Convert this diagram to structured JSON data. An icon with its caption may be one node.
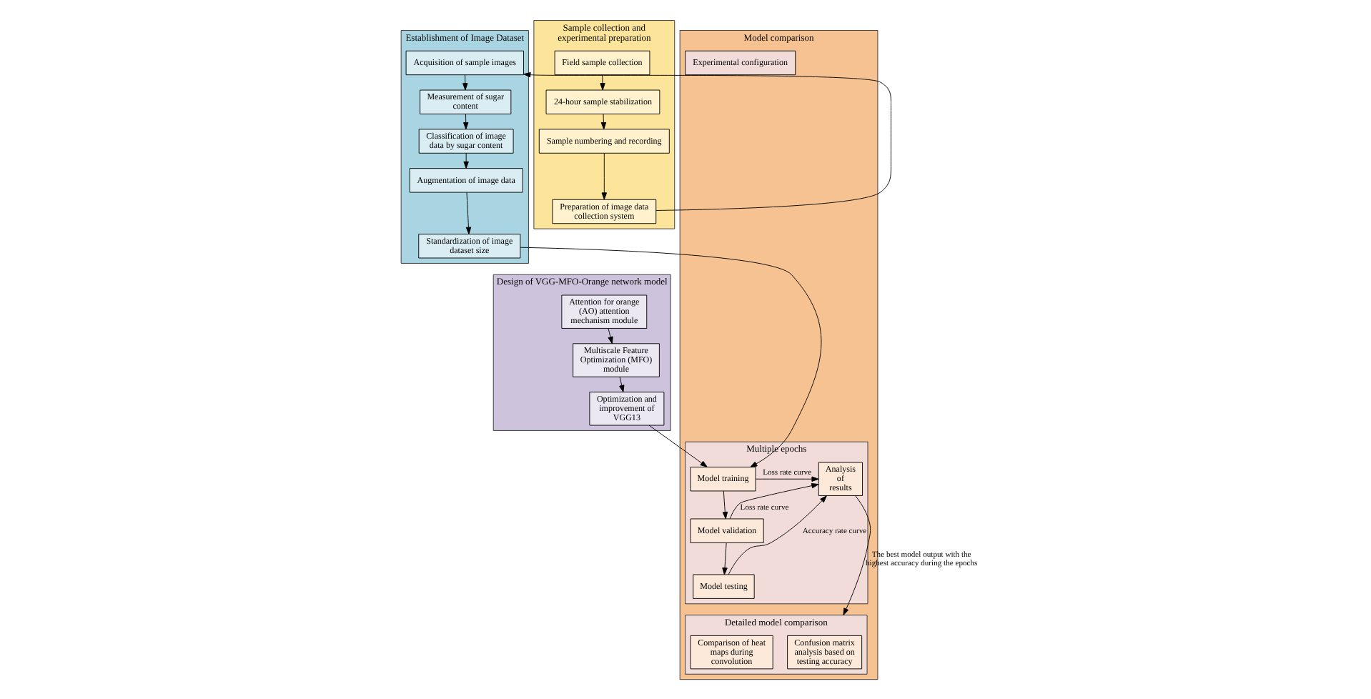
{
  "diagram": {
    "nodes": [
      {
        "text": [
          "Sample collection and experimental preparation"
        ]
      },
      {
        "text": [
          "Field sample collection"
        ],
        "in": 0
      },
      {
        "text": [
          "24-hour sample stabilization"
        ],
        "in": 0
      },
      {
        "text": [
          "Sample numbering and recording"
        ],
        "in": 0
      },
      {
        "text": [
          "Preparation of image data collection system"
        ],
        "in": 0
      },
      {
        "text": [
          "Establishment of Image Dataset"
        ]
      },
      {
        "text": [
          "Acquisition of sample images"
        ],
        "in": 5
      },
      {
        "text": [
          "Measurement of sugar content"
        ],
        "in": 5
      },
      {
        "text": [
          "Classification of image data by sugar content"
        ],
        "in": 5
      },
      {
        "text": [
          "Augmentation of image data"
        ],
        "in": 5
      },
      {
        "text": [
          "Standardization of image dataset size"
        ],
        "in": 5
      },
      {
        "text": [
          "Design of VGG-MFO-Orange network model"
        ]
      },
      {
        "text": [
          "Attention for orange (AO) attention mechanism module"
        ],
        "in": 11
      },
      {
        "text": [
          "Multiscale Feature Optimization (MFO) module"
        ],
        "in": 11
      },
      {
        "text": [
          "Optimization and improvement of VGG13"
        ],
        "in": 11
      },
      {
        "text": [
          "Model comparison"
        ]
      },
      {
        "text": [
          "Experimental configuration"
        ],
        "in": 15
      },
      {
        "text": [
          "Multiple epochs"
        ],
        "in": 15
      },
      {
        "text": [
          "Model training"
        ],
        "in": 17
      },
      {
        "text": [
          "Model validation"
        ],
        "in": 17
      },
      {
        "text": [
          "Model testing"
        ],
        "in": 17
      },
      {
        "text": [
          "Analysis of results"
        ],
        "in": 17
      },
      {
        "text": [
          "Detailed model comparison"
        ],
        "in": 15
      },
      {
        "text": [
          "Confusion matrix analysis based on testing accuracy"
        ],
        "in": 22
      },
      {
        "text": [
          "Comparison of heat maps during convolution"
        ],
        "in": 22
      }
    ],
    "edges": [
      {
        "from": 1,
        "to": 2,
        "arrow": "to"
      },
      {
        "from": 2,
        "to": 3,
        "arrow": "to"
      },
      {
        "from": 3,
        "to": 4,
        "arrow": "to"
      },
      {
        "from": 4,
        "to": 6,
        "arrow": "to"
      },
      {
        "from": 6,
        "to": 7,
        "arrow": "to"
      },
      {
        "from": 7,
        "to": 8,
        "arrow": "to"
      },
      {
        "from": 8,
        "to": 9,
        "arrow": "to"
      },
      {
        "from": 9,
        "to": 10,
        "arrow": "to"
      },
      {
        "from": 12,
        "to": 13,
        "arrow": "to"
      },
      {
        "from": 13,
        "to": 14,
        "arrow": "to"
      },
      {
        "from": 10,
        "to": 18,
        "arrow": "to"
      },
      {
        "from": 14,
        "to": 18,
        "arrow": "to"
      },
      {
        "from": 18,
        "to": 19,
        "arrow": "to"
      },
      {
        "from": 19,
        "to": 20,
        "arrow": "to"
      },
      {
        "from": 18,
        "to": 21,
        "arrow": "to",
        "label": "Loss rate curve"
      },
      {
        "from": 19,
        "to": 21,
        "arrow": "to",
        "label": "Loss rate curve"
      },
      {
        "from": 20,
        "to": 21,
        "arrow": "to",
        "label": "Accuracy rate curve"
      },
      {
        "from": 21,
        "to": 22,
        "arrow": "to",
        "label": "The best model output with the highest accuracy during the epochs"
      }
    ]
  }
}
